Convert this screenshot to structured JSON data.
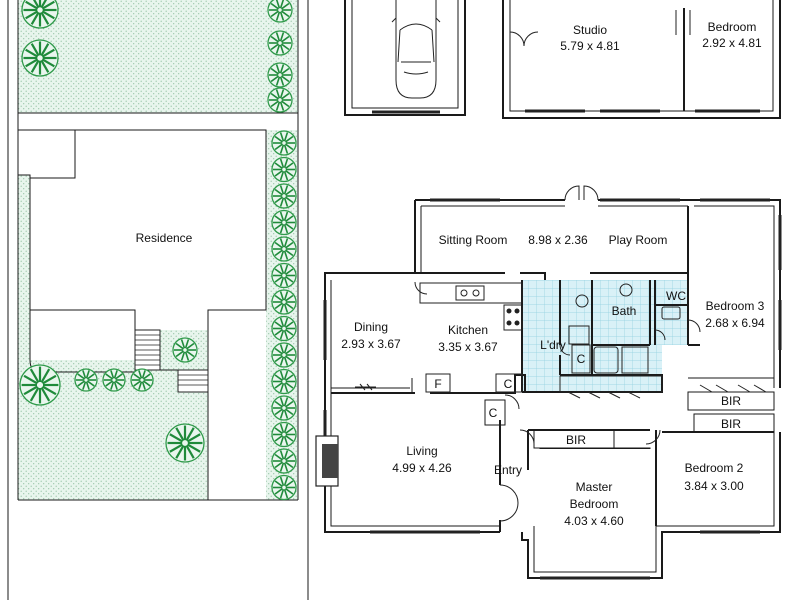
{
  "outdoor": {
    "residence": "Residence"
  },
  "studio_block": {
    "studio": {
      "name": "Studio",
      "size": "5.79 x 4.81"
    },
    "bedroom": {
      "name": "Bedroom",
      "size": "2.92 x 4.81"
    }
  },
  "rooms": {
    "sitting_room": "Sitting Room",
    "sitting_play_size": "8.98 x 2.36",
    "play_room": "Play Room",
    "bedroom3": {
      "name": "Bedroom 3",
      "size": "2.68 x 6.94"
    },
    "wc": "WC",
    "bath": "Bath",
    "laundry": "L'dry",
    "dining": {
      "name": "Dining",
      "size": "2.93 x 3.67"
    },
    "kitchen": {
      "name": "Kitchen",
      "size": "3.35 x 3.67"
    },
    "living": {
      "name": "Living",
      "size": "4.99 x 4.26"
    },
    "entry": "Entry",
    "master": {
      "name_line1": "Master",
      "name_line2": "Bedroom",
      "size": "4.03 x 4.60"
    },
    "bedroom2": {
      "name": "Bedroom 2",
      "size": "3.84 x 3.00"
    }
  },
  "storage": {
    "bir_master": "BIR",
    "bir_bed2_a": "BIR",
    "bir_bed2_b": "BIR",
    "cupboard_kitchen": "C",
    "cupboard_entry": "C",
    "cupboard_laundry": "C",
    "fridge": "F"
  },
  "colors": {
    "garden_fill": "#e6f4ec",
    "garden_dot": "#8fbf9f",
    "tree_green": "#1f8a3a",
    "wet_area_tile": "#bfe6f0",
    "wall": "#1a1a1a"
  }
}
